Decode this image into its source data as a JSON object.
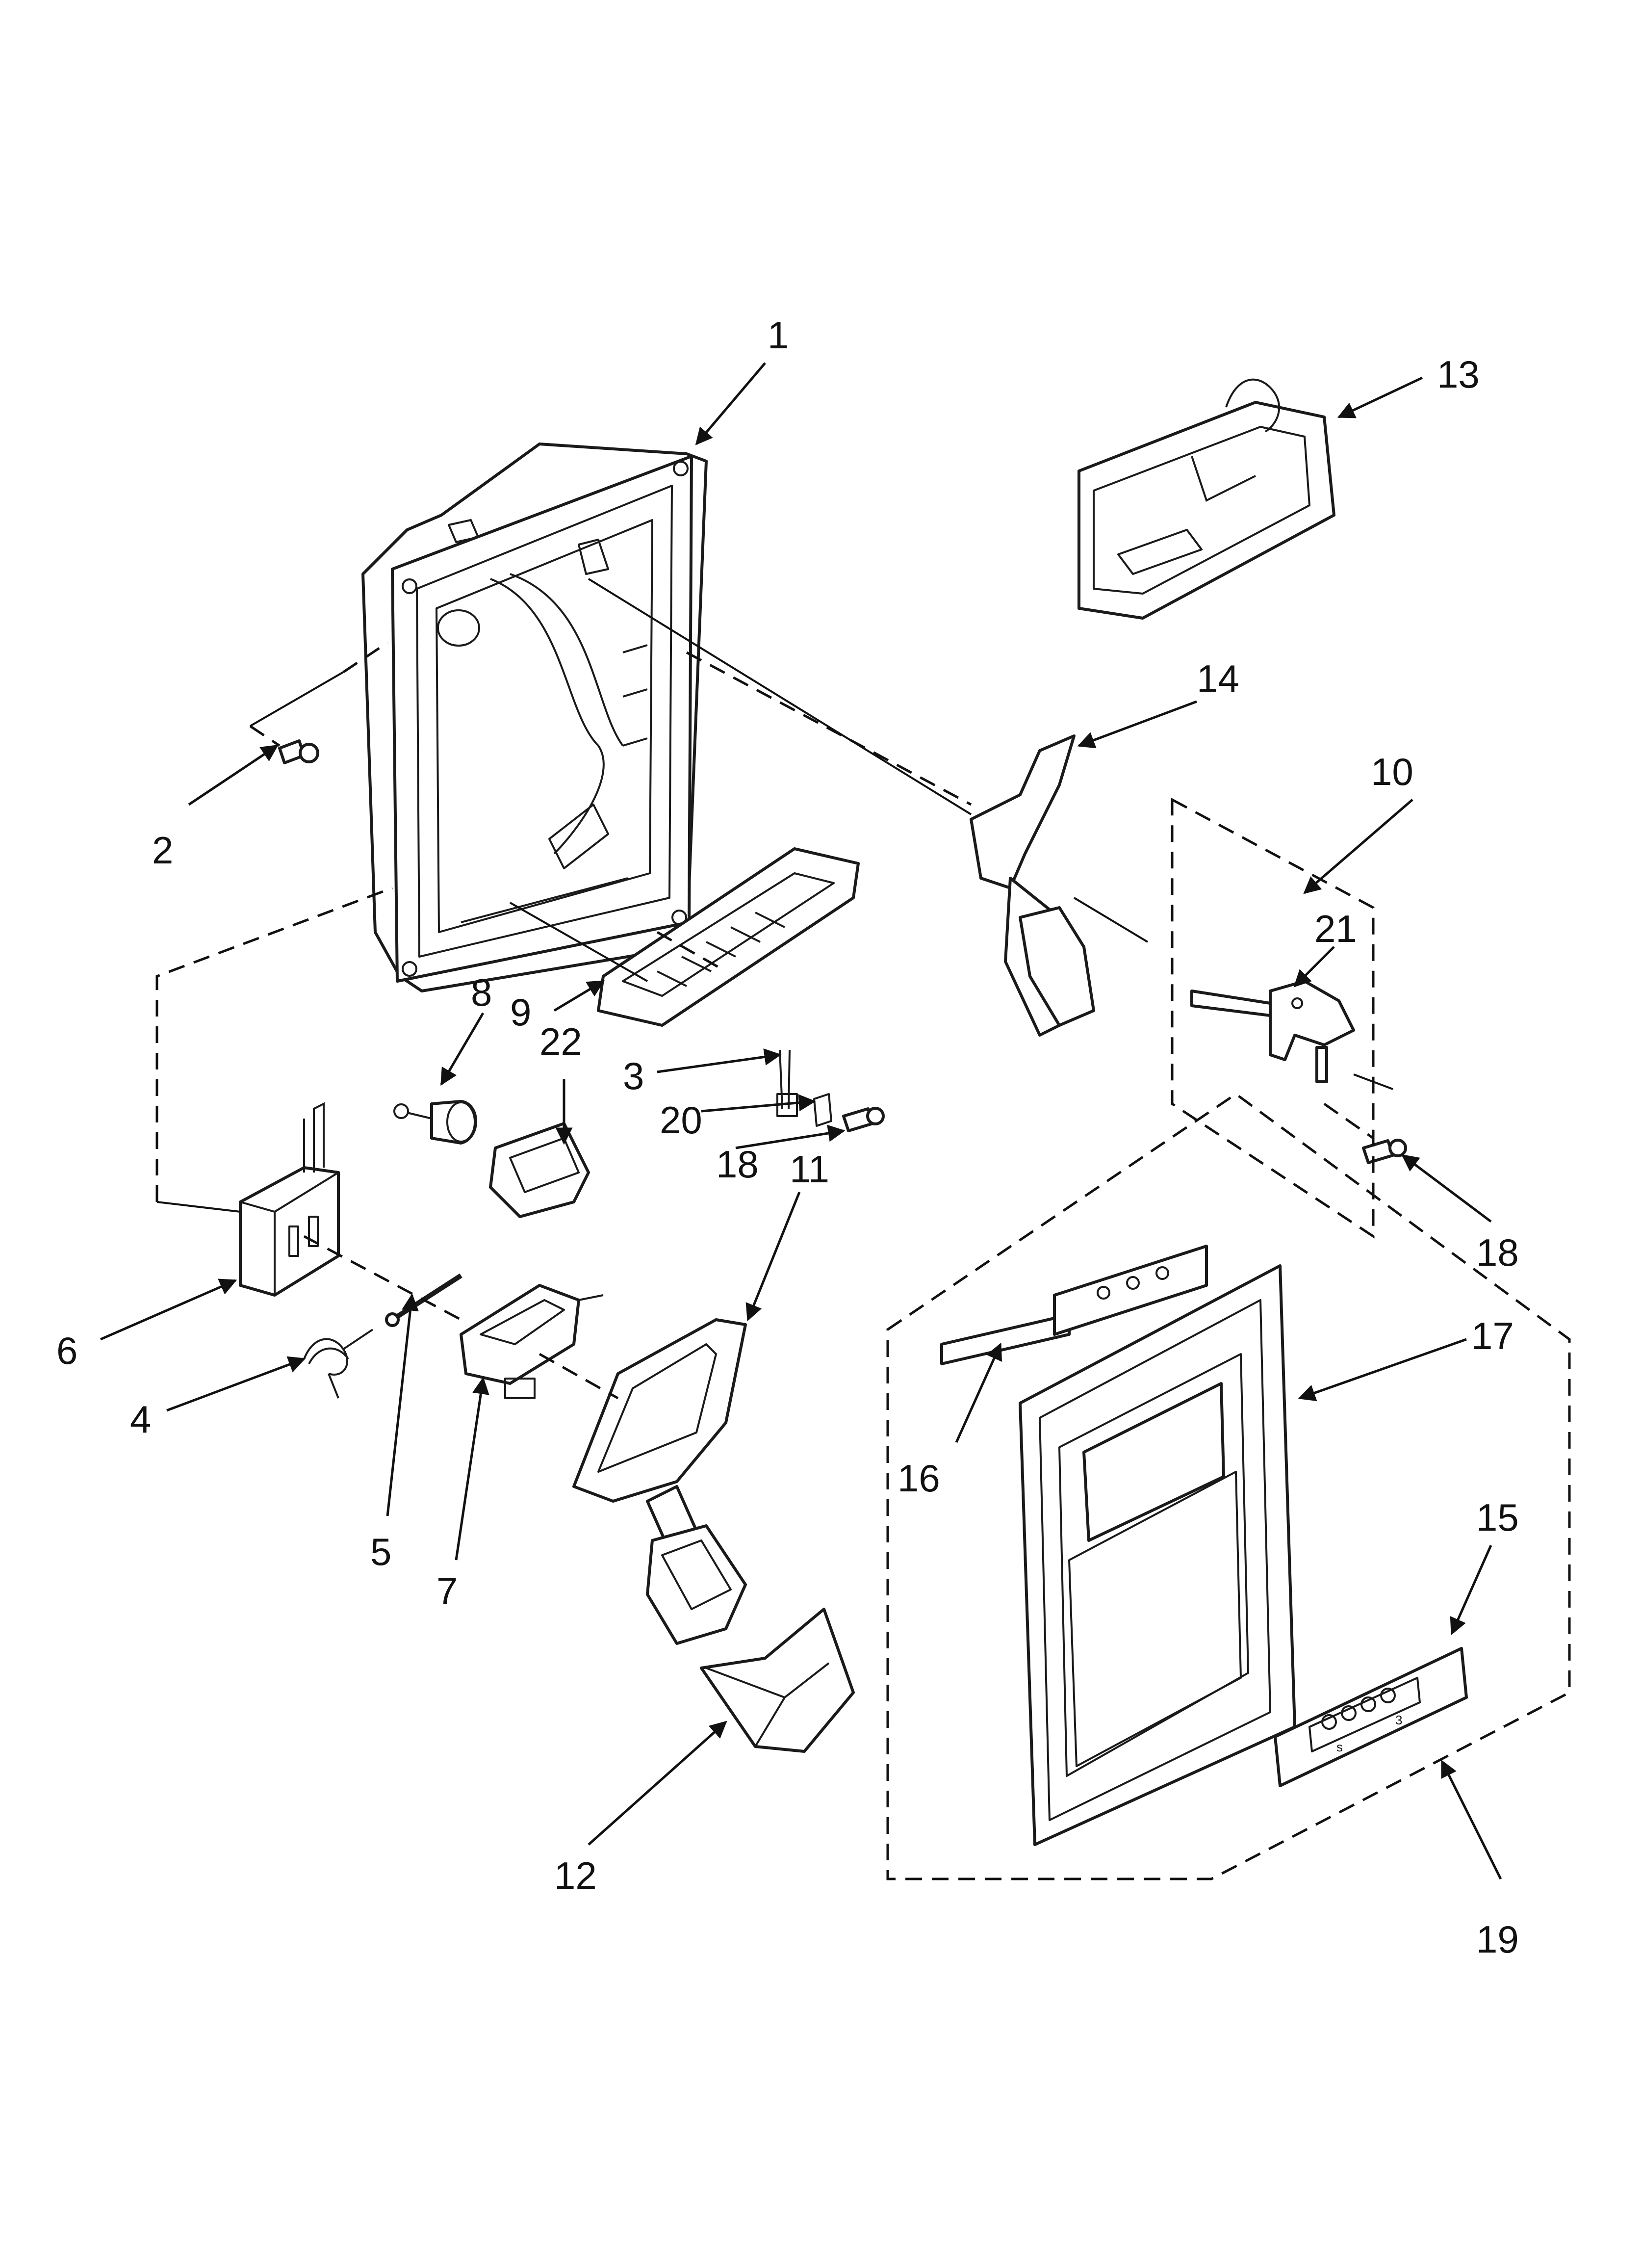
{
  "diagram": {
    "callouts": [
      {
        "id": "1",
        "label": "1"
      },
      {
        "id": "2",
        "label": "2"
      },
      {
        "id": "3",
        "label": "3"
      },
      {
        "id": "4",
        "label": "4"
      },
      {
        "id": "5",
        "label": "5"
      },
      {
        "id": "6",
        "label": "6"
      },
      {
        "id": "7",
        "label": "7"
      },
      {
        "id": "8",
        "label": "8"
      },
      {
        "id": "9",
        "label": "9"
      },
      {
        "id": "10",
        "label": "10"
      },
      {
        "id": "11",
        "label": "11"
      },
      {
        "id": "12",
        "label": "12"
      },
      {
        "id": "13",
        "label": "13"
      },
      {
        "id": "14",
        "label": "14"
      },
      {
        "id": "15",
        "label": "15"
      },
      {
        "id": "16",
        "label": "16"
      },
      {
        "id": "17",
        "label": "17"
      },
      {
        "id": "18a",
        "label": "18"
      },
      {
        "id": "18b",
        "label": "18"
      },
      {
        "id": "19",
        "label": "19"
      },
      {
        "id": "20",
        "label": "20"
      },
      {
        "id": "21",
        "label": "21"
      },
      {
        "id": "22",
        "label": "22"
      }
    ],
    "panel_marks": [
      "s",
      "3"
    ]
  }
}
